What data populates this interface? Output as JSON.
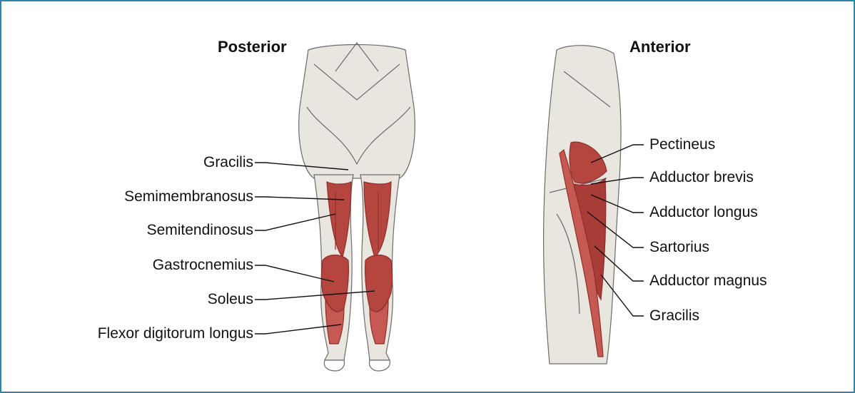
{
  "colors": {
    "frame_border": "#2f86a8",
    "muscle": "#b5453f",
    "muscle_dark": "#8e2f2c",
    "skin": "#e9e6e0",
    "outline": "#6b6b6b"
  },
  "posterior": {
    "title": "Posterior",
    "labels": [
      "Gracilis",
      "Semimembranosus",
      "Semitendinosus",
      "Gastrocnemius",
      "Soleus",
      "Flexor digitorum longus"
    ]
  },
  "anterior": {
    "title": "Anterior",
    "labels": [
      "Pectineus",
      "Adductor brevis",
      "Adductor longus",
      "Sartorius",
      "Adductor magnus",
      "Gracilis"
    ]
  }
}
